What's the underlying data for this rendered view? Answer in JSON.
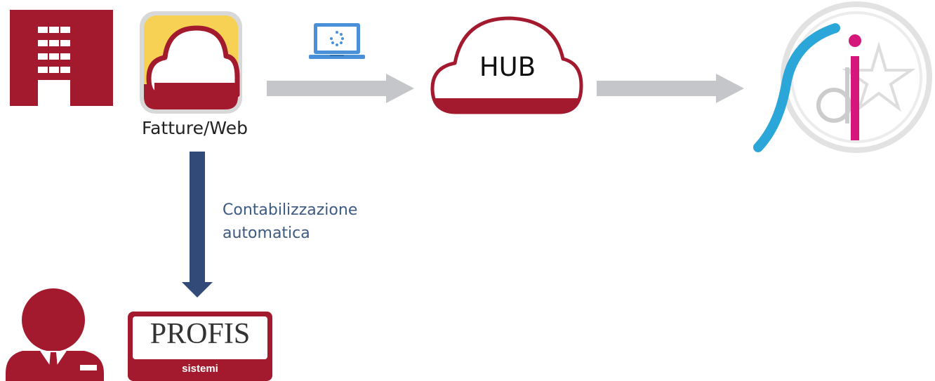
{
  "nodes": {
    "fatture_web": {
      "label": "Fatture/Web"
    },
    "hub": {
      "label": "HUB"
    },
    "profis": {
      "title": "PROFIS",
      "subtitle": "sistemi"
    }
  },
  "edges": {
    "fatture_to_profis": {
      "label_line1": "Contabilizzazione",
      "label_line2": "automatica"
    }
  },
  "icons": {
    "company": "building-icon",
    "client": "laptop-icon",
    "accountant": "businessman-icon",
    "sdi": "sdi-logo-icon"
  },
  "colors": {
    "brand_red": "#a31a2f",
    "arrow_gray": "#c4c6ca",
    "arrow_navy": "#324a78",
    "cloud_yellow": "#f7d154",
    "laptop_blue": "#4a90d9",
    "sdi_blue": "#2ba6d9",
    "sdi_magenta": "#d5167a"
  }
}
